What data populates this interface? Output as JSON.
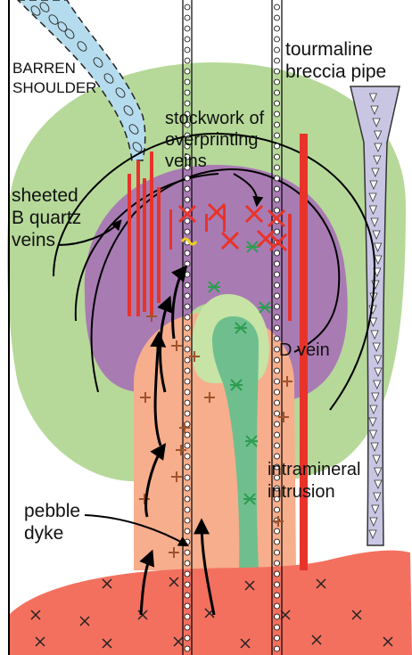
{
  "labels": {
    "barren_line1": "BARREN",
    "barren_line2": "SHOULDER",
    "tourmaline_line1": "tourmaline",
    "tourmaline_line2": "breccia pipe",
    "stockwork_line1": "stockwork of",
    "stockwork_line2": "overprinting",
    "stockwork_line3": "veins",
    "sheeted_line1": "sheeted",
    "sheeted_line2": "B quartz",
    "sheeted_line3": "veins",
    "dvein": "D vein",
    "intramineral_line1": "intramineral",
    "intramineral_line2": "intrusion",
    "pebble_line1": "pebble",
    "pebble_line2": "dyke"
  },
  "colors": {
    "green_halo": "#b6d999",
    "purple_zone": "#a97bb3",
    "salmon_intrusion": "#f7ae8c",
    "teal_core": "#6fbf8e",
    "light_green_core": "#c7e3a6",
    "basement": "#f3705f",
    "vein_red": "#e8332a",
    "fluid_blue": "#b5dcee",
    "breccia_purple": "#c9c6e4",
    "cross_brown": "#a0522d",
    "star_green": "#2e9c52"
  }
}
